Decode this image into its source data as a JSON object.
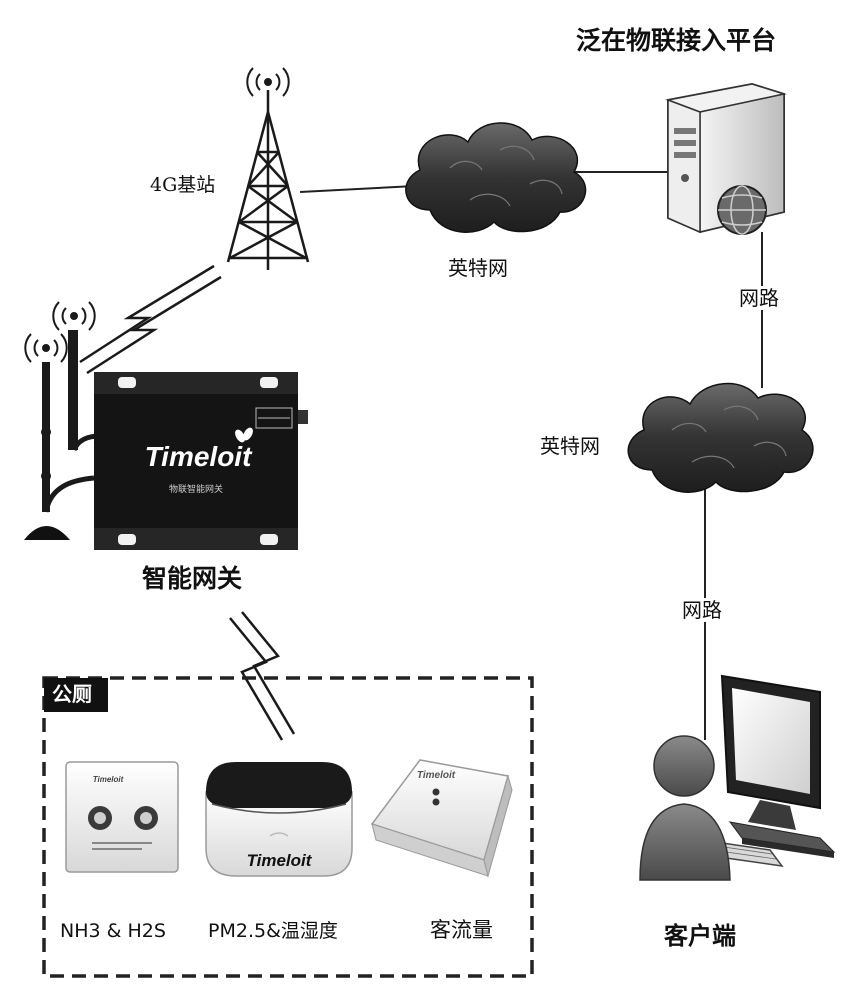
{
  "nodes": {
    "platform": {
      "label": "泛在物联接入平台"
    },
    "base_station": {
      "label": "4G基站"
    },
    "internet_top": {
      "label": "英特网"
    },
    "internet_right": {
      "label": "英特网"
    },
    "network_top": {
      "label": "网路"
    },
    "network_bottom": {
      "label": "网路"
    },
    "gateway": {
      "label": "智能网关",
      "brand": "Timeloit",
      "device_caption": "物联智能网关"
    },
    "client": {
      "label": "客户端"
    }
  },
  "toilet_group": {
    "title": "公厕",
    "sensors": [
      {
        "label": "NH3 & H2S",
        "brand": "Timeloit"
      },
      {
        "label": "PM2.5&温湿度",
        "brand": "Timeloit"
      },
      {
        "label": "客流量",
        "brand": "Timeloit"
      }
    ]
  },
  "colors": {
    "line": "#222222",
    "cloud_dark": "#3a3a3a",
    "device_black": "#141414",
    "server_light": "#e2e2e2"
  }
}
